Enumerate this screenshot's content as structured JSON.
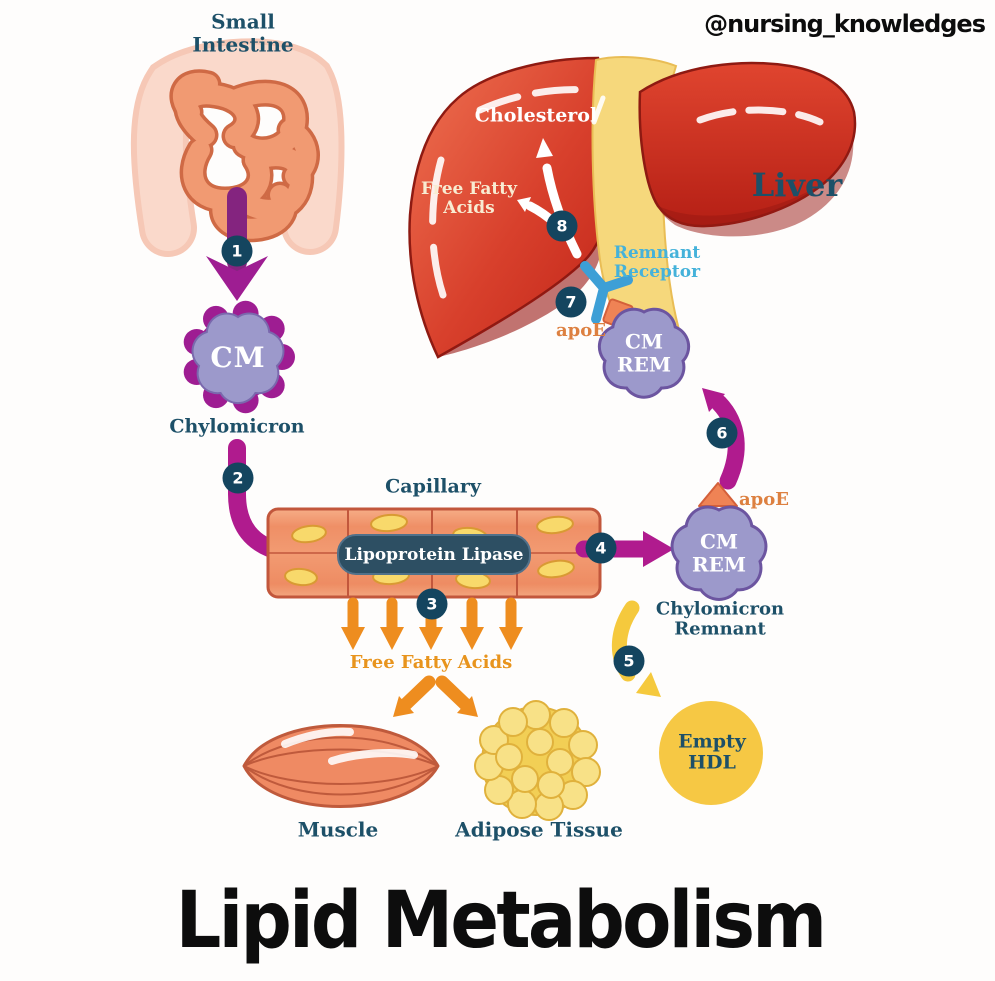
{
  "watermark": "@nursing_knowledges",
  "title": "Lipid Metabolism",
  "steps": [
    "1",
    "2",
    "3",
    "4",
    "5",
    "6",
    "7",
    "8"
  ],
  "labels": {
    "small_intestine": "Small Intestine",
    "liver": "Liver",
    "cholesterol": "Cholesterol",
    "free_fatty_acids_liver": "Free Fatty Acids",
    "remnant_receptor": "Remnant Receptor",
    "apoe_upper": "apoE",
    "apoe_lower": "apoE",
    "cm": "CM",
    "chylomicron": "Chylomicron",
    "capillary": "Capillary",
    "lipoprotein_lipase": "Lipoprotein Lipase",
    "cm_rem_upper": "CM REM",
    "cm_rem_lower": "CM REM",
    "chylomicron_remnant": "Chylomicron Remnant",
    "free_fatty_acids": "Free Fatty Acids",
    "muscle": "Muscle",
    "adipose_tissue": "Adipose Tissue",
    "empty_hdl": "Empty HDL"
  },
  "colors": {
    "teal_text": "#1d5068",
    "light_blue_text": "#45b2da",
    "apoe_orange": "#dd8040",
    "orange_arrow": "#ee8d1f",
    "magenta_arrow": "#b01b8e",
    "purple_arrow": "#84247f",
    "yellow_arrow": "#f5c93d",
    "badge_bg": "#14455f",
    "particle_lavender": "#9c99cb",
    "receptor_blue": "#3d9fd6",
    "liver_red": "#c62b1e",
    "hdl_yellow": "#f6c844",
    "capillary_salmon": "#f0926b"
  }
}
